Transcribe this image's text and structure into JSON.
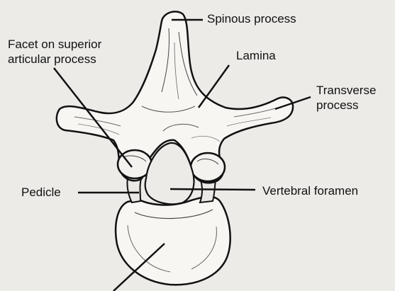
{
  "labels": {
    "spinous_process": "Spinous process",
    "facet_line1": "Facet on superior",
    "facet_line2": "articular process",
    "lamina": "Lamina",
    "transverse_line1": "Transverse",
    "transverse_line2": "process",
    "pedicle": "Pedicle",
    "vertebral_foramen": "Vertebral foramen"
  },
  "colors": {
    "background": "#ecebe8",
    "bone_fill": "#f7f6f3",
    "outline": "#111111"
  }
}
